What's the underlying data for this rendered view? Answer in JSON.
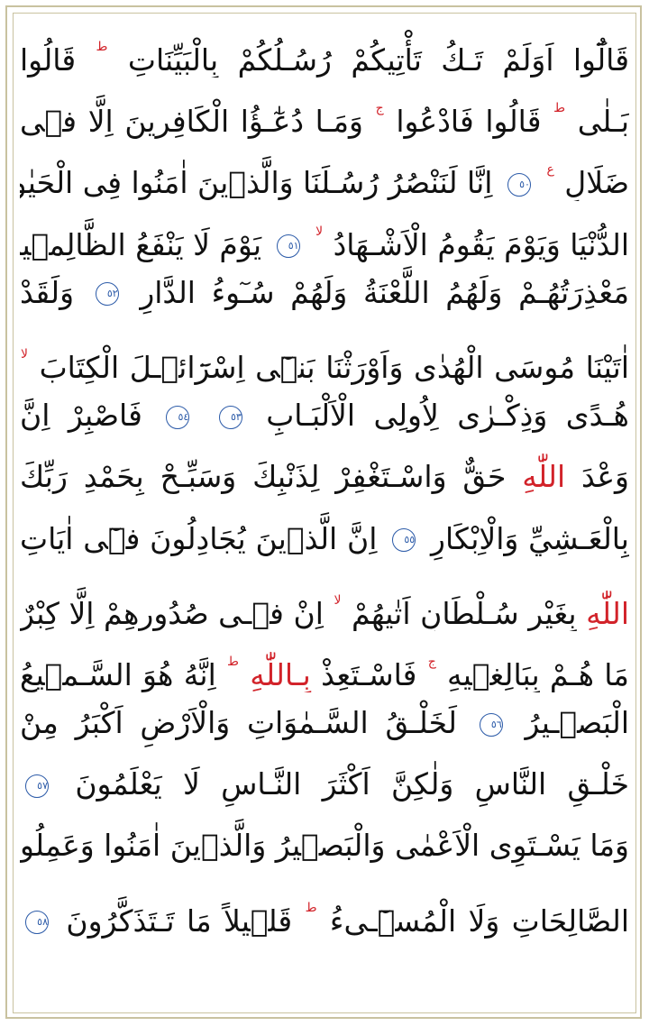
{
  "lines": [
    [
      {
        "t": "قَالُٓوا اَوَلَمْ تَـكُ تَأْتِيكُمْ رُسُـلُكُمْ بِالْبَيِّنَاتِ"
      },
      {
        "m": "ط"
      },
      {
        "t": " قَالُوا"
      }
    ],
    [
      {
        "t": "بَـلٰى"
      },
      {
        "m": "ط"
      },
      {
        "t": " قَالُوا فَادْعُوا"
      },
      {
        "m": "ج"
      },
      {
        "t": " وَمَـا دُعٰٓـؤُا الْكَافِرِينَ اِلَّا فٖى"
      }
    ],
    [
      {
        "t": "ضَلَالٍ"
      },
      {
        "m": "ع"
      },
      {
        "a": "٥٠"
      },
      {
        "t": "اِنَّا لَنَنْصُرُ رُسُـلَنَا وَالَّذٖينَ اٰمَنُوا فِى الْحَيٰوةِ"
      }
    ],
    [
      {
        "t": "الدُّنْيَا وَيَوْمَ يَقُومُ الْاَشْـهَادُ"
      },
      {
        "m": "لا"
      },
      {
        "a": "٥١"
      },
      {
        "t": "يَوْمَ لَا يَنْفَعُ الظَّالِمٖينَ"
      }
    ],
    [
      {
        "t": "مَعْذِرَتُهُـمْ وَلَهُمُ اللَّعْنَةُ وَلَهُمْ سُـٓوءُ الدَّارِ"
      },
      {
        "a": "٥٢"
      },
      {
        "t": "وَلَقَدْ"
      }
    ],
    [
      {
        "t": "اٰتَيْنَا مُوسَى الْهُدٰى وَاَوْرَثْنَا بَنٖٓى اِسْرَٓائٖـلَ الْكِتَابَ"
      },
      {
        "m": "لا"
      }
    ],
    [
      {
        "t": "هُـدًى وَذِكْـرٰى لِاُولِى الْاَلْبَـابِ"
      },
      {
        "a": "٥٣"
      },
      {
        "a": "٥٤"
      },
      {
        "t": "فَاصْبِرْ اِنَّ"
      }
    ],
    [
      {
        "t": "وَعْدَ "
      },
      {
        "r": "اللّٰهِ"
      },
      {
        "t": " حَقٌّ وَاسْـتَغْفِرْ لِذَنْبِكَ وَسَبِّـحْ بِحَمْدِ رَبِّكَ"
      }
    ],
    [
      {
        "t": "بِالْعَـشِيِّ وَالْاِبْكَارِ"
      },
      {
        "a": "٥٥"
      },
      {
        "t": "اِنَّ الَّذٖينَ يُجَادِلُونَ فٖٓى اٰيَاتِ"
      }
    ],
    [
      {
        "r": "اللّٰهِ"
      },
      {
        "t": " بِغَيْرِ سُـلْطَانٍ اَتٰيهُمْ"
      },
      {
        "m": "لا"
      },
      {
        "t": " اِنْ فٖـى صُدُورِهِمْ اِلَّا كِبْرٌ"
      }
    ],
    [
      {
        "t": "مَا هُـمْ بِبَالِغٖيهِ"
      },
      {
        "m": "ج"
      },
      {
        "t": " فَاسْـتَعِذْ "
      },
      {
        "r": "بِـاللّٰهِ"
      },
      {
        "m": "ط"
      },
      {
        "t": " اِنَّهُ هُوَ السَّـمٖيعُ"
      }
    ],
    [
      {
        "t": "الْبَصٖـيرُ"
      },
      {
        "a": "٥٦"
      },
      {
        "t": "لَخَلْـقُ السَّـمٰوَاتِ وَالْاَرْضِ اَكْبَرُ مِنْ"
      }
    ],
    [
      {
        "t": "خَلْـقِ النَّاسِ وَلٰكِنَّ اَكْثَرَ النَّـاسِ لَا يَعْلَمُونَ"
      },
      {
        "a": "٥٧"
      }
    ],
    [
      {
        "t": "وَمَا يَسْـتَوِى الْاَعْمٰى وَالْبَصٖيرُ وَالَّذٖينَ اٰمَنُوا وَعَمِلُوا"
      }
    ],
    [
      {
        "t": "الصَّالِحَاتِ وَلَا الْمُسٖٓـىءُ"
      },
      {
        "m": "ط"
      },
      {
        "t": " قَلٖيلاً مَا تَـتَذَكَّرُونَ"
      },
      {
        "a": "٥٨"
      }
    ]
  ]
}
